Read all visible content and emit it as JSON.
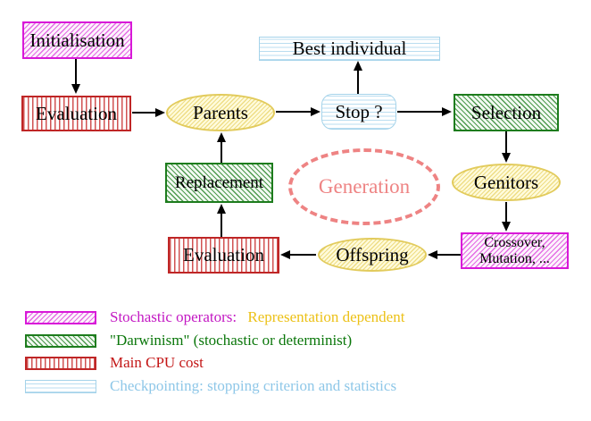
{
  "diagram": {
    "nodes": {
      "initialisation": "Initialisation",
      "evaluation_top": "Evaluation",
      "parents": "Parents",
      "best_individual": "Best individual",
      "stop": "Stop ?",
      "selection": "Selection",
      "replacement": "Replacement",
      "generation": "Generation",
      "genitors": "Genitors",
      "evaluation_bottom": "Evaluation",
      "crossover_line1": "Crossover,",
      "crossover_line2": "Mutation, ...",
      "offspring": "Offspring"
    },
    "legend": {
      "items": [
        {
          "swatch": "magenta-diagonal-hatch",
          "label": "Stochastic operators:",
          "label_suffix": "Representation dependent"
        },
        {
          "swatch": "green-diagonal-hatch",
          "label": "\"Darwinism\" (stochastic or determinist)"
        },
        {
          "swatch": "red-vertical-stripes",
          "label": "Main CPU cost"
        },
        {
          "swatch": "cyan-horizontal-stripes",
          "label": "Checkpointing: stopping criterion and statistics"
        }
      ]
    },
    "colors": {
      "magenta_border": "#d819d8",
      "magenta_text": "#c318c3",
      "gold_text": "#ecc117",
      "green_border": "#1d7c1d",
      "green_text": "#0b770b",
      "red_border": "#bf2626",
      "red_text": "#c31616",
      "cyan_border": "#a5d3ea",
      "cyan_text": "#8ec7e8",
      "yellow_border": "#e2cb5c",
      "salmon": "#ee8383",
      "arrow": "#000000"
    }
  }
}
